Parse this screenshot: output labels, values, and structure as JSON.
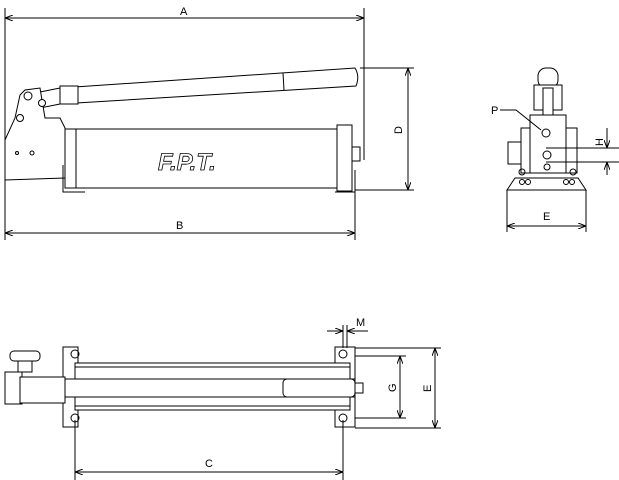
{
  "title": "F.P.T. hand pump dimension drawing",
  "brand_logo": "F.P.T.",
  "dimension_labels": {
    "A": "A",
    "B": "B",
    "C": "C",
    "D": "D",
    "E_front": "E",
    "E_top": "E",
    "G": "G",
    "H": "H",
    "M": "M",
    "P": "P"
  }
}
